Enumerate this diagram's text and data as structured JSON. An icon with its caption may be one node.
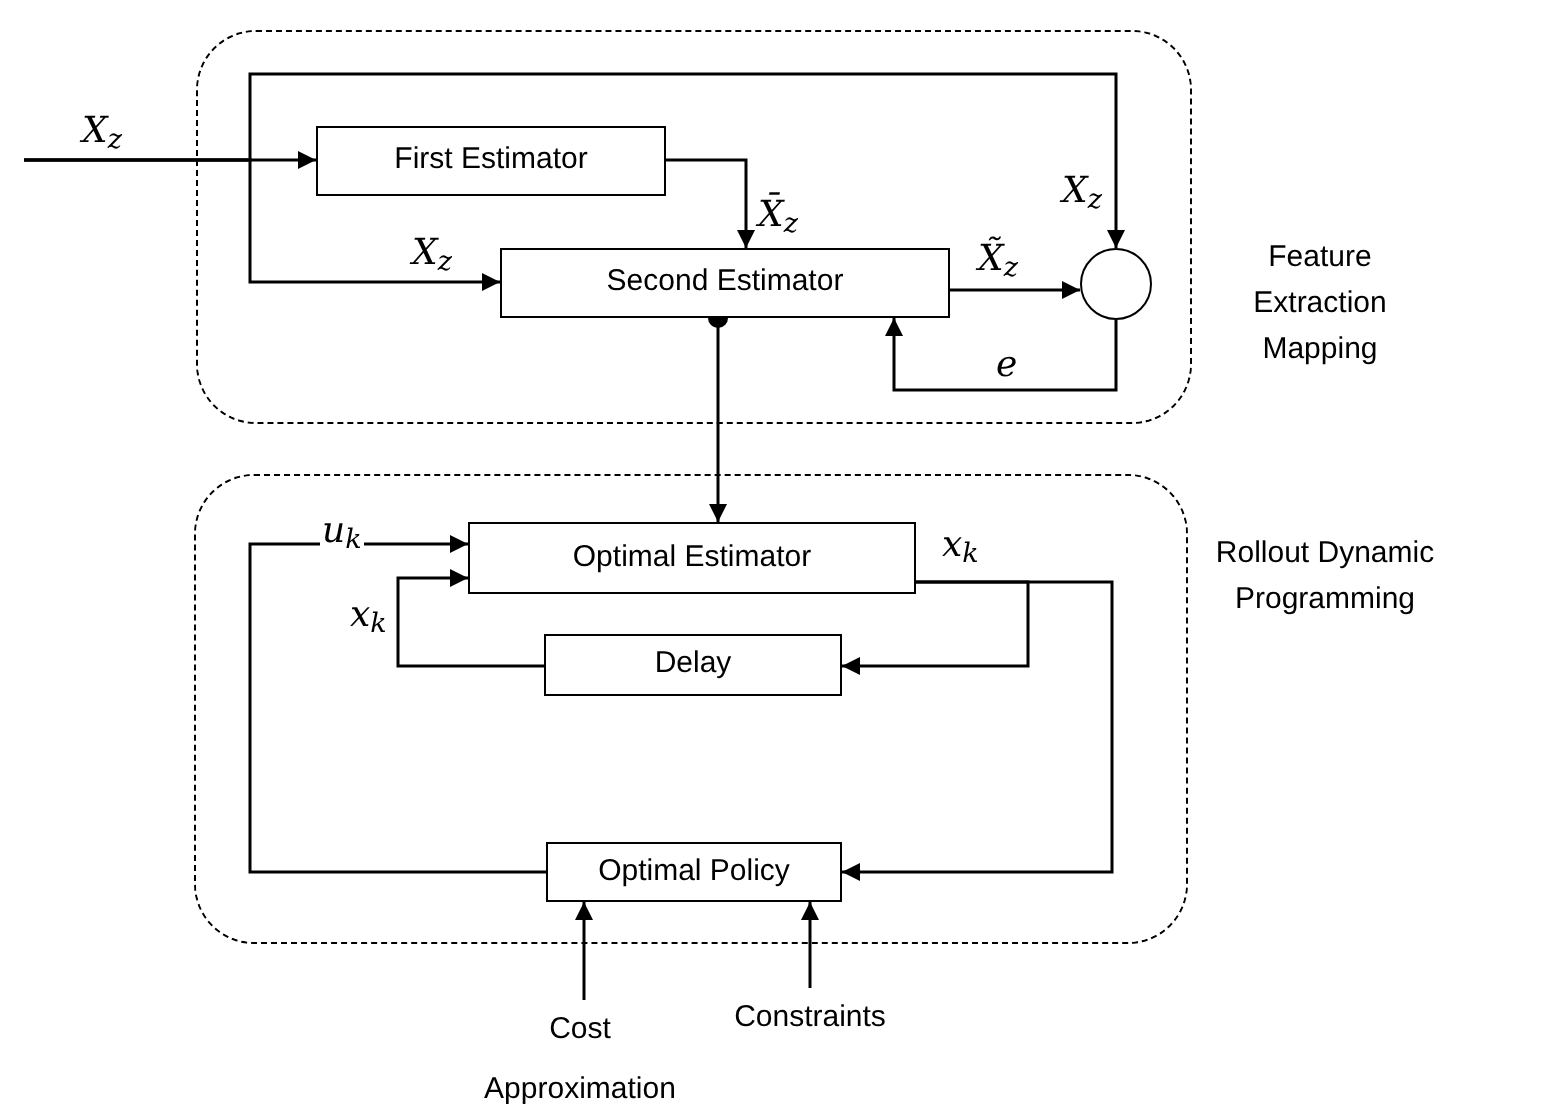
{
  "diagram": {
    "nodes": [
      {
        "text": [
          "Feature Extraction Mapping"
        ]
      },
      {
        "text": [
          "First Estimator"
        ],
        "in": 0
      },
      {
        "text": [
          "Second Estimator"
        ],
        "in": 0
      },
      {
        "text": [],
        "shape": "circle",
        "in": 0
      },
      {
        "text": [
          "Rollout Dynamic Programming"
        ]
      },
      {
        "text": [
          "Optimal Estimator"
        ],
        "in": 4
      },
      {
        "text": [
          "Delay"
        ],
        "in": 4
      },
      {
        "text": [
          "Optimal Policy"
        ],
        "in": 4
      },
      {
        "text": [
          "Cost Approximation"
        ]
      },
      {
        "text": [
          "Constraints"
        ]
      }
    ],
    "edges": [
      {
        "from": null,
        "to": 1,
        "arrow": "to",
        "label": "X$_{z}$"
      },
      {
        "from": null,
        "to": 2,
        "arrow": "to",
        "label": "X$_{z}$"
      },
      {
        "from": null,
        "to": 3,
        "arrow": "to",
        "label": "X$_{z}$"
      },
      {
        "from": 1,
        "to": 2,
        "arrow": "to",
        "label": "X̄$_{z}$"
      },
      {
        "from": 2,
        "to": 3,
        "arrow": "to",
        "label": "X̃$_{z}$"
      },
      {
        "from": 3,
        "to": 2,
        "arrow": "to",
        "label": "e"
      },
      {
        "from": 2,
        "to": 5,
        "arrow": "to"
      },
      {
        "from": 5,
        "to": 6,
        "arrow": "to",
        "label": "x$_{k}$"
      },
      {
        "from": 5,
        "to": 7,
        "arrow": "to"
      },
      {
        "from": 6,
        "to": 5,
        "arrow": "to",
        "label": "x$_{k}$"
      },
      {
        "from": 7,
        "to": 5,
        "arrow": "to",
        "label": "u$_{k}$"
      },
      {
        "from": 8,
        "to": 7,
        "arrow": "to"
      },
      {
        "from": 9,
        "to": 7,
        "arrow": "to"
      }
    ]
  }
}
